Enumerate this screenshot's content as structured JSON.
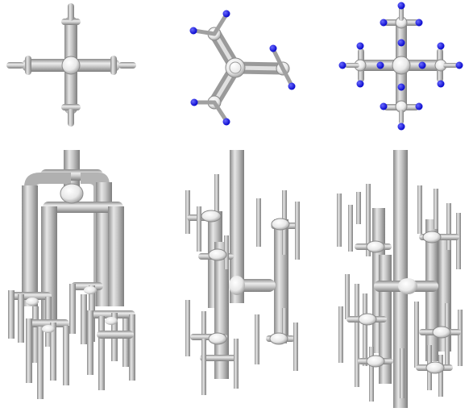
{
  "figure": {
    "panels": [
      {
        "name": "top-view-cross",
        "row": "top",
        "column": 1
      },
      {
        "name": "top-view-three-arm-with-blue-tips",
        "row": "top",
        "column": 2
      },
      {
        "name": "top-view-four-arm-with-blue-tips",
        "row": "top",
        "column": 3
      },
      {
        "name": "side-view-branched-tree",
        "row": "bottom",
        "column": 1
      },
      {
        "name": "side-view-three-arm-manifold",
        "row": "bottom",
        "column": 2
      },
      {
        "name": "side-view-four-arm-manifold",
        "row": "bottom",
        "column": 3
      }
    ],
    "colors": {
      "pipe": "#b8b8b8",
      "pipe_light": "#ececec",
      "pipe_dark": "#7a7a7a",
      "node": "#ffffff",
      "tip": "#1a1aff",
      "background": "#ffffff"
    }
  }
}
